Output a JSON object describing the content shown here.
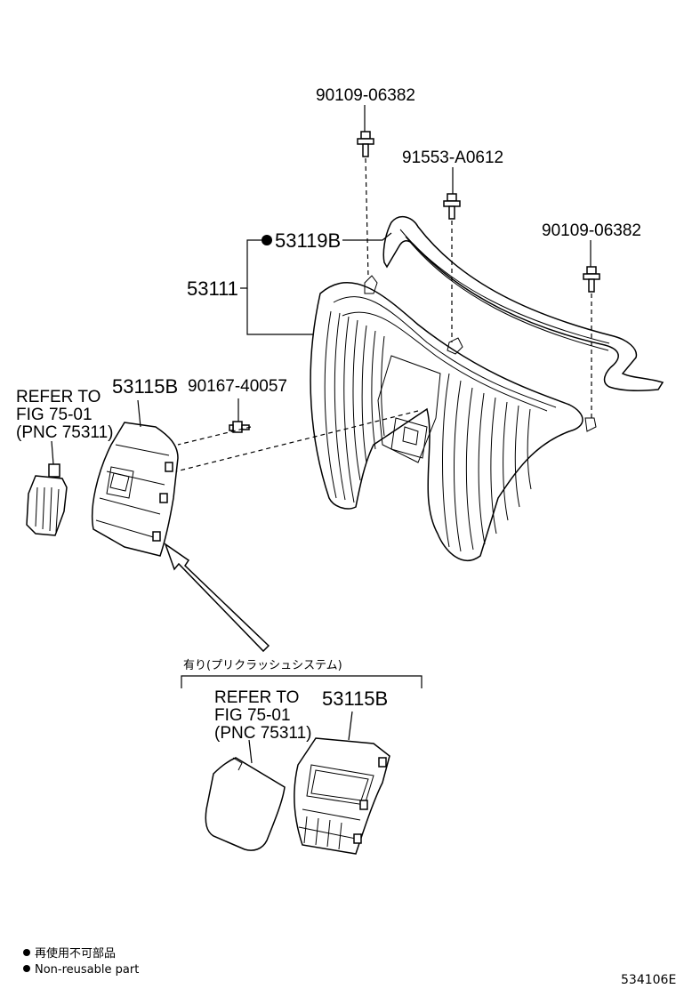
{
  "labels": {
    "bolt_top": "90109-06382",
    "clip_center": "91553-A0612",
    "bolt_right": "90109-06382",
    "molding": "53119B",
    "grille": "53111",
    "bracket_left": "53115B",
    "screw": "90167-40057",
    "refer_left": [
      "REFER TO",
      "FIG 75-01",
      "(PNC 75311)"
    ],
    "variant_header": "有り(プリクラッシュシステム)",
    "refer_variant": [
      "REFER TO",
      "FIG 75-01",
      "(PNC 75311)"
    ],
    "bracket_variant": "53115B"
  },
  "legend": {
    "line_jp": "再使用不可部品",
    "line_en": "Non-reusable part"
  },
  "figure_code": "534106E"
}
